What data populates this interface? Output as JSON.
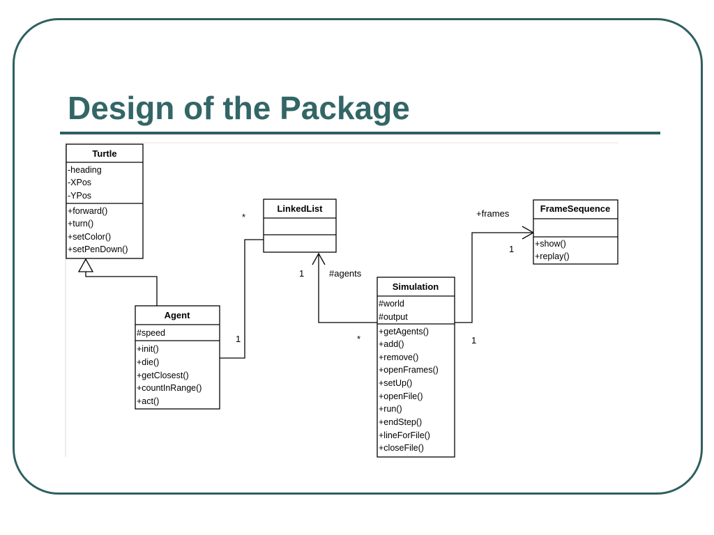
{
  "slide": {
    "title": "Design of the Package"
  },
  "classes": {
    "turtle": {
      "name": "Turtle",
      "attributes": [
        "-heading",
        "-XPos",
        "-YPos"
      ],
      "operations": [
        "+forward()",
        "+turn()",
        "+setColor()",
        "+setPenDown()"
      ]
    },
    "linkedlist": {
      "name": "LinkedList",
      "attributes": [],
      "operations": []
    },
    "framesequence": {
      "name": "FrameSequence",
      "attributes": [],
      "operations": [
        "+show()",
        "+replay()"
      ]
    },
    "agent": {
      "name": "Agent",
      "attributes": [
        "#speed"
      ],
      "operations": [
        "+init()",
        "+die()",
        "+getClosest()",
        "+countInRange()",
        "+act()"
      ]
    },
    "simulation": {
      "name": "Simulation",
      "attributes": [
        "#world",
        "#output"
      ],
      "operations": [
        "+getAgents()",
        "+add()",
        "+remove()",
        "+openFrames()",
        "+setUp()",
        "+openFile()",
        "+run()",
        "+endStep()",
        "+lineForFile()",
        "+closeFile()"
      ]
    }
  },
  "associations": {
    "linkedlist_star": "*",
    "agent_one": "1",
    "agents_one": "1",
    "agents_role": "#agents",
    "simulation_star": "*",
    "frames_role": "+frames",
    "frames_one": "1",
    "simulation_one": "1"
  }
}
